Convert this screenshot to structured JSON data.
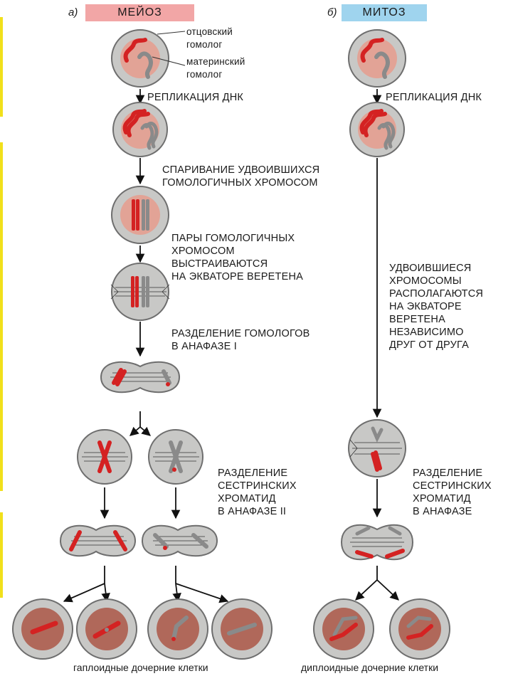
{
  "panels": {
    "a": {
      "letter": "а)",
      "title": "МЕЙОЗ",
      "color": "#f2a6a6"
    },
    "b": {
      "letter": "б)",
      "title": "МИТОЗ",
      "color": "#9fd4ee"
    }
  },
  "annotations": {
    "paternal": [
      "отцовский",
      "гомолог"
    ],
    "maternal": [
      "материнский",
      "гомолог"
    ]
  },
  "meiosis_steps": {
    "replication": "РЕПЛИКАЦИЯ ДНК",
    "pairing": [
      "СПАРИВАНИЕ УДВОИВШИХСЯ",
      "ГОМОЛОГИЧНЫХ ХРОМОСОМ"
    ],
    "align": [
      "ПАРЫ ГОМОЛОГИЧНЫХ",
      "ХРОМОСОМ",
      "ВЫСТРАИВАЮТСЯ",
      "НА ЭКВАТОРЕ ВЕРЕТЕНА"
    ],
    "anaphase1": [
      "РАЗДЕЛЕНИЕ ГОМОЛОГОВ",
      "В АНАФАЗЕ I"
    ],
    "anaphase2": [
      "РАЗДЕЛЕНИЕ",
      "СЕСТРИНСКИХ",
      "ХРОМАТИД",
      "В АНАФАЗЕ II"
    ]
  },
  "mitosis_steps": {
    "replication": "РЕПЛИКАЦИЯ ДНК",
    "align": [
      "УДВОИВШИЕСЯ",
      "ХРОМОСОМЫ",
      "РАСПОЛАГАЮТСЯ",
      "НА ЭКВАТОРЕ",
      "ВЕРЕТЕНА",
      "НЕЗАВИСИМО",
      "ДРУГ ОТ ДРУГА"
    ],
    "anaphase": [
      "РАЗДЕЛЕНИЕ",
      "СЕСТРИНСКИХ",
      "ХРОМАТИД",
      "В АНАФАЗЕ"
    ]
  },
  "captions": {
    "haploid": "гаплоидные дочерние клетки",
    "diploid": "диплоидные дочерние клетки"
  },
  "colors": {
    "cell_fill": "#c8c8c6",
    "cell_stroke": "#6e6e6e",
    "nucleus": "#e2a396",
    "daughter_nucleus": "#b0685a",
    "paternal": "#d42222",
    "maternal": "#8a8a8a"
  }
}
